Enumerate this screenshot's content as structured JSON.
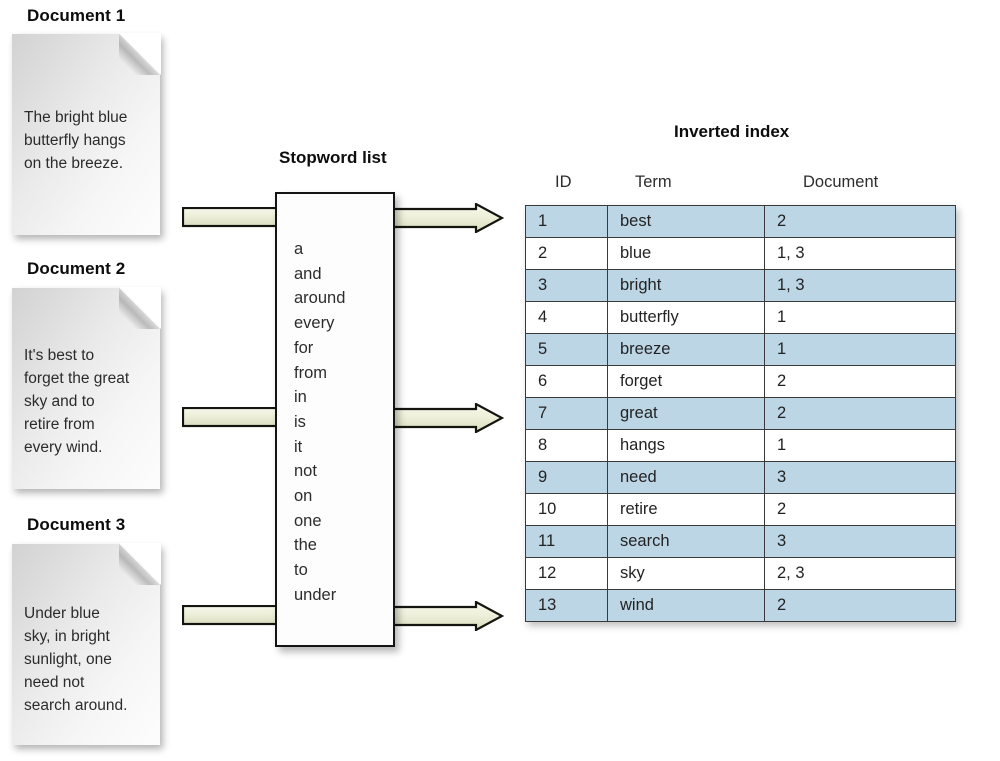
{
  "documents": [
    {
      "title": "Document 1",
      "text": "The bright blue\nbutterfly hangs\non the breeze."
    },
    {
      "title": "Document 2",
      "text": "It's best to\nforget the great\nsky and to\nretire from\nevery wind."
    },
    {
      "title": "Document 3",
      "text": "Under blue\nsky, in bright\nsunlight, one\nneed not\nsearch around."
    }
  ],
  "stopword": {
    "title": "Stopword list",
    "words": [
      "a",
      "and",
      "around",
      "every",
      "for",
      "from",
      "in",
      "is",
      "it",
      "not",
      "on",
      "one",
      "the",
      "to",
      "under"
    ]
  },
  "index": {
    "title": "Inverted index",
    "columns": [
      "ID",
      "Term",
      "Document"
    ],
    "rows": [
      {
        "id": "1",
        "term": "best",
        "document": "2"
      },
      {
        "id": "2",
        "term": "blue",
        "document": "1, 3"
      },
      {
        "id": "3",
        "term": "bright",
        "document": "1, 3"
      },
      {
        "id": "4",
        "term": "butterfly",
        "document": "1"
      },
      {
        "id": "5",
        "term": "breeze",
        "document": "1"
      },
      {
        "id": "6",
        "term": "forget",
        "document": "2"
      },
      {
        "id": "7",
        "term": "great",
        "document": "2"
      },
      {
        "id": "8",
        "term": "hangs",
        "document": "1"
      },
      {
        "id": "9",
        "term": "need",
        "document": "3"
      },
      {
        "id": "10",
        "term": "retire",
        "document": "2"
      },
      {
        "id": "11",
        "term": "search",
        "document": "3"
      },
      {
        "id": "12",
        "term": "sky",
        "document": "2, 3"
      },
      {
        "id": "13",
        "term": "wind",
        "document": "2"
      }
    ]
  },
  "arrows": {
    "left_label": "document-to-stopword-arrow",
    "right_label": "stopword-to-index-arrow",
    "count": 3
  },
  "colors": {
    "row_highlight": "#bcd6e6",
    "arrow_fill": "#eceedd",
    "arrow_outline": "#1a1a14",
    "page_background": "#ffffff",
    "text": "#232323"
  }
}
